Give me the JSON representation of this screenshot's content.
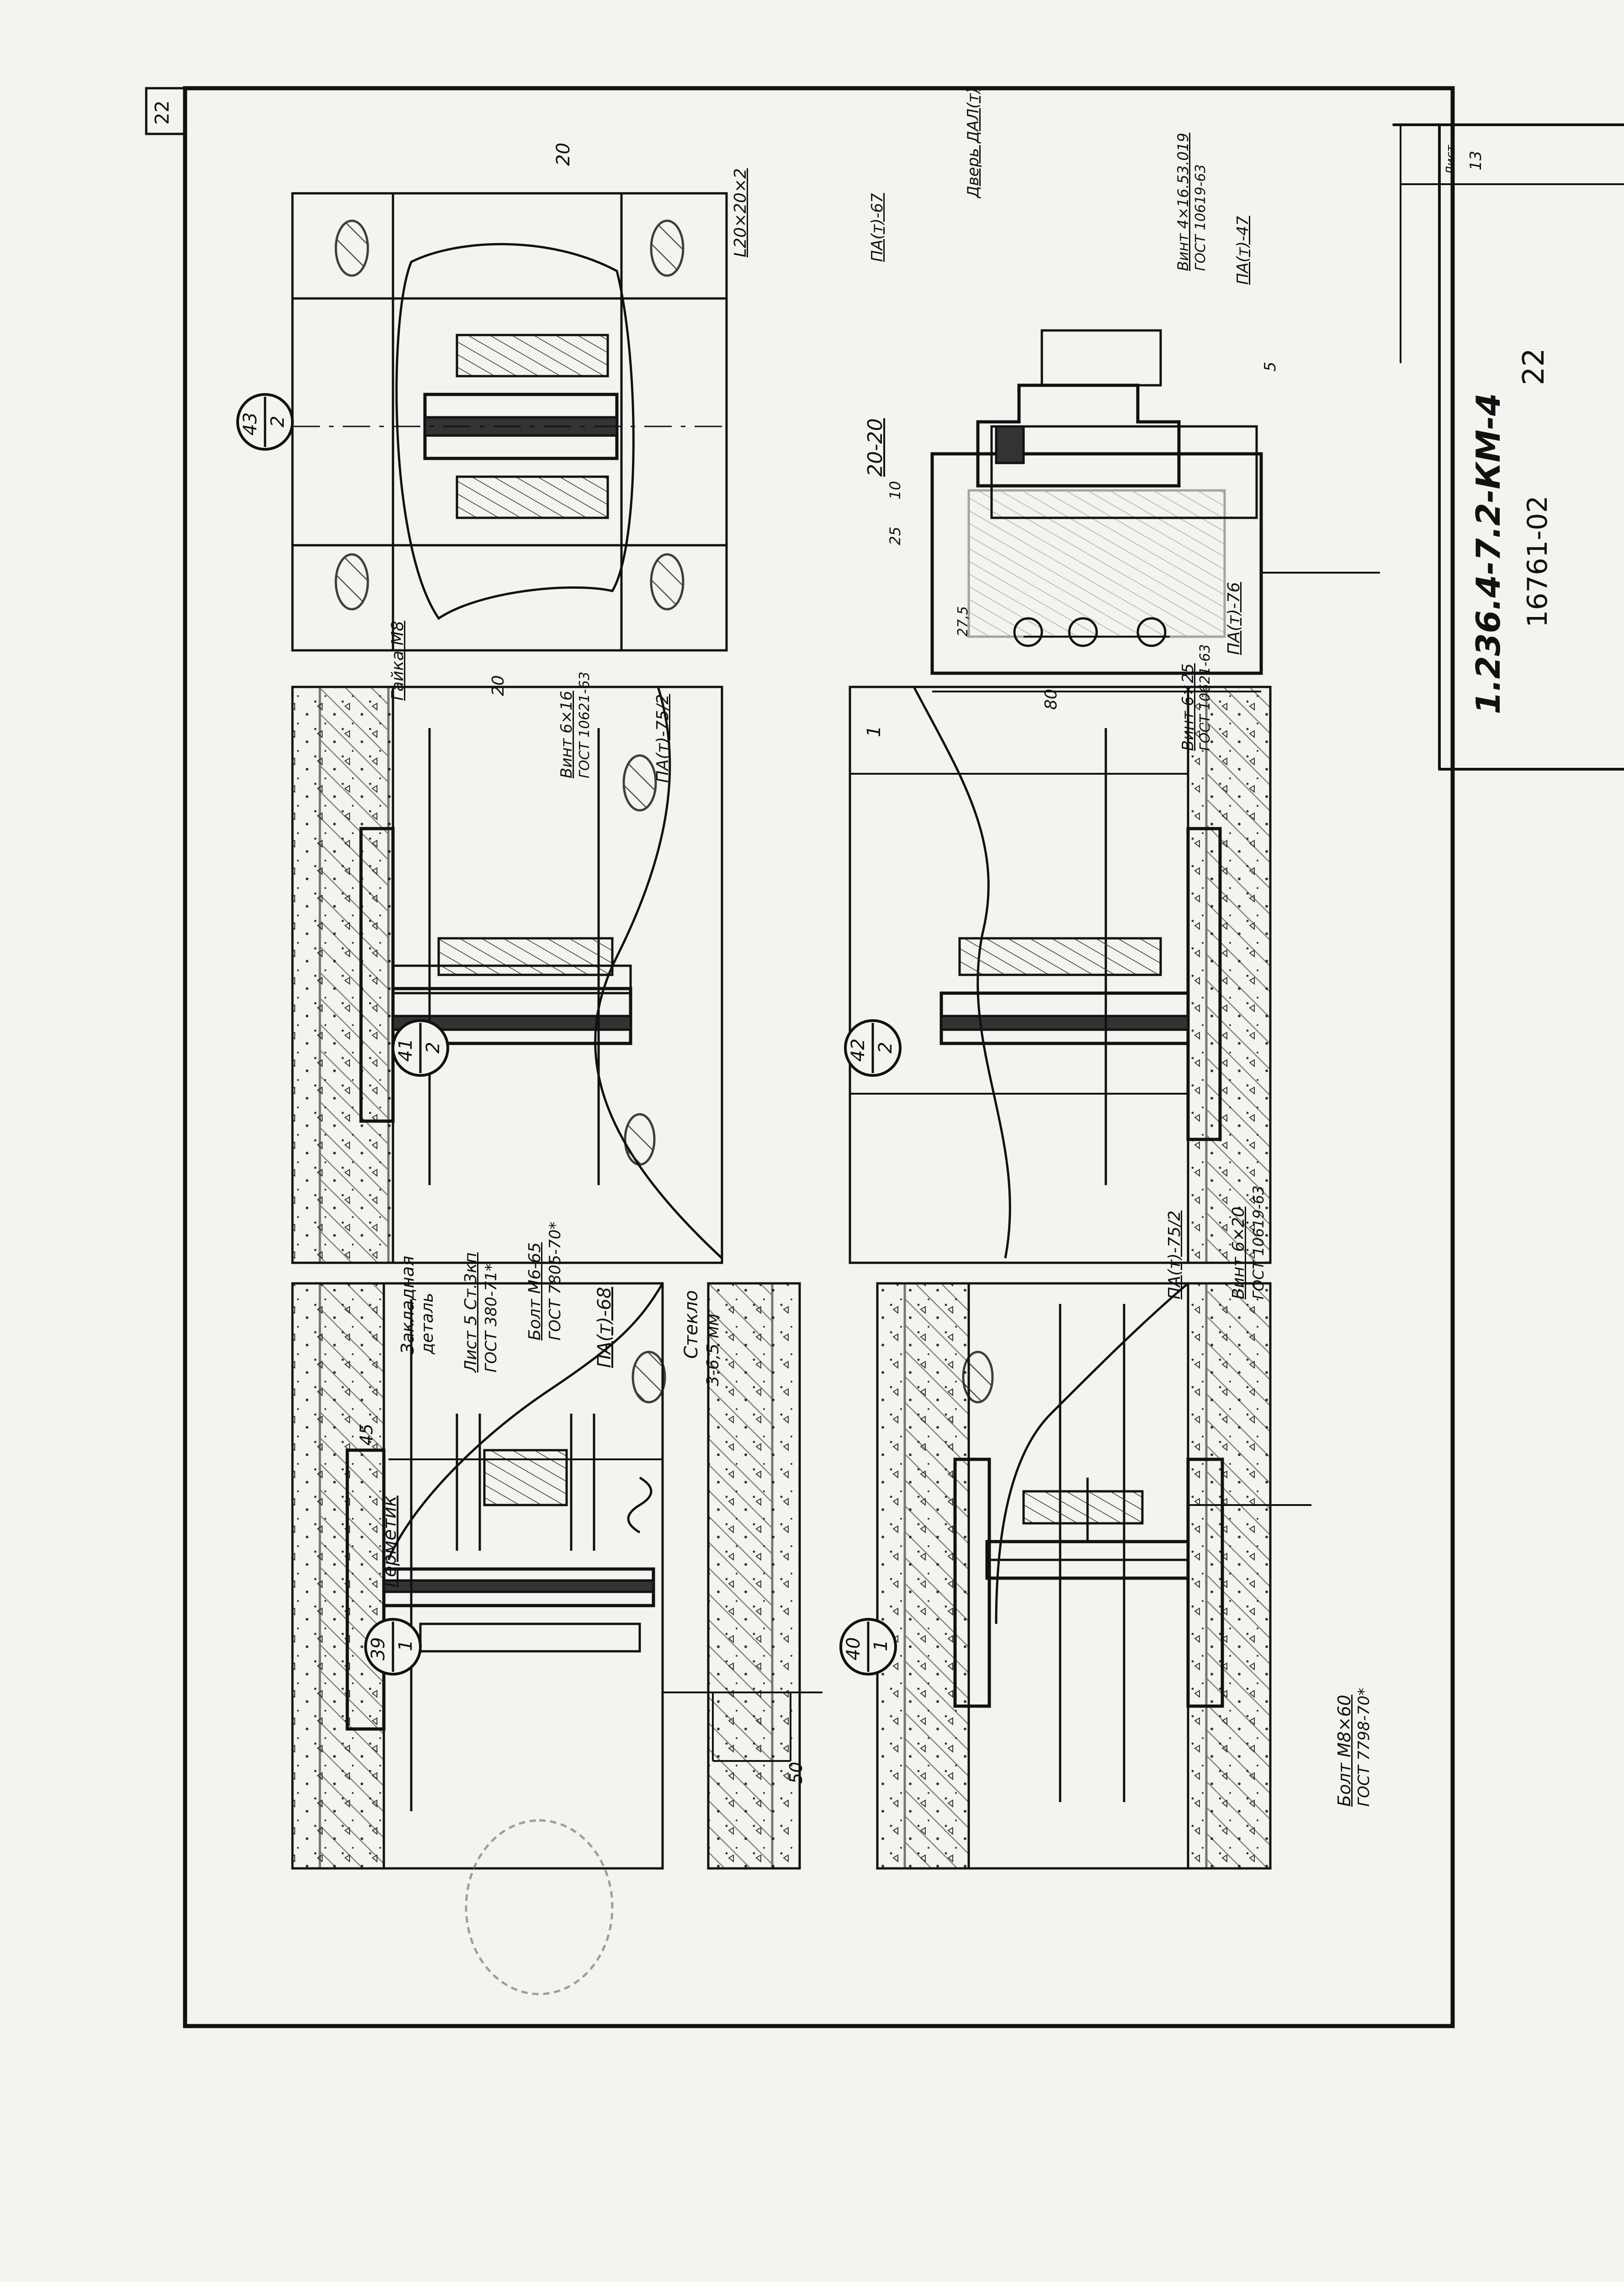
{
  "sheet": {
    "page_number": "22",
    "corner_number": "22",
    "document_code": "1.236.4-7.2-КМ-4",
    "archive_number": "16761-02",
    "sheet_label": "Лист",
    "sheet_value": "13"
  },
  "details": {
    "d39": {
      "num": "39",
      "sheet": "1"
    },
    "d40": {
      "num": "40",
      "sheet": "1"
    },
    "d41": {
      "num": "41",
      "sheet": "2"
    },
    "d42": {
      "num": "42",
      "sheet": "2"
    },
    "d43": {
      "num": "43",
      "sheet": "2"
    }
  },
  "labels": {
    "germetik": "Герметик",
    "dim_50": "50",
    "dim_45": "45",
    "zaklad_1": "Закладная",
    "zaklad_2": "деталь",
    "list_1": "Лист 5 Ст.3кп",
    "list_2": "ГОСТ 380-71*",
    "bolt_m6_1": "Болт М6-65",
    "bolt_m6_2": "ГОСТ 7805-70*",
    "pa68": "ПА(т)-68",
    "steklo_1": "Стекло",
    "steklo_2": "3-6,5 мм",
    "pa75_a": "ПА(т)-75/2",
    "vint620_1": "Винт 6×20",
    "vint620_2": "ГОСТ 10619-63",
    "bolt_m8_1": "Болт М8×60",
    "bolt_m8_2": "ГОСТ 7798-70*",
    "gaika": "Гайка М8",
    "vint616_1": "Винт 6×16",
    "vint616_2": "ГОСТ 10621-63",
    "pa75_b": "ПА(т)-75/2",
    "dim_20": "20",
    "cut_1": "1",
    "cut_20": "20",
    "ugolok": "L20×20×2",
    "vint625_1": "Винт 6×25",
    "vint625_2": "ГОСТ 10621-63",
    "dim_80": "80",
    "dim_275": "27,5",
    "dim_25": "25",
    "dim_10": "10",
    "sec_20_20": "20-20",
    "pa76": "ПА(т)-76",
    "pa67": "ПА(т)-67",
    "dver": "Дверь ДАЛ(т)",
    "vint4_1": "Винт 4×16.53.019",
    "vint4_2": "ГОСТ 10619-63",
    "pa47": "ПА(т)-47",
    "dim_5": "5"
  },
  "colors": {
    "paper": "#f4f3ef",
    "ink": "#111111"
  }
}
